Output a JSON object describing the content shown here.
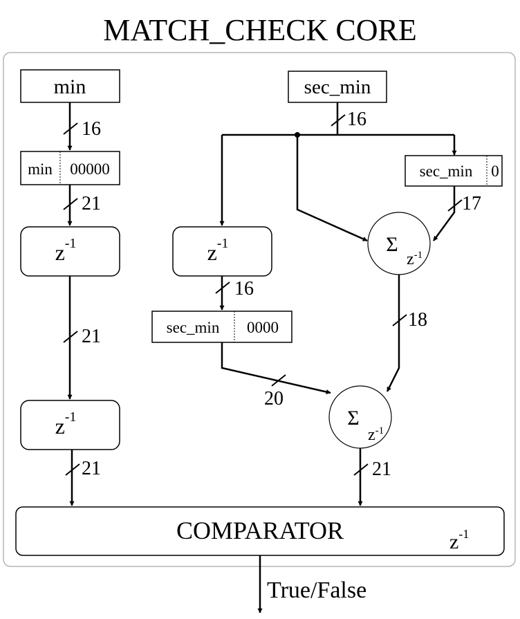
{
  "title": "MATCH_CHECK CORE",
  "blocks": {
    "min": "min",
    "sec_min": "sec_min",
    "min_pad": {
      "left": "min",
      "right": "00000"
    },
    "sec_min_pad1": {
      "left": "sec_min",
      "right": "0"
    },
    "sec_min_pad4": {
      "left": "sec_min",
      "right": "0000"
    },
    "delay": {
      "base": "z",
      "exp": "-1"
    },
    "sum": {
      "sigma": "Σ",
      "base": "z",
      "exp": "-1"
    },
    "comparator": "COMPARATOR"
  },
  "widths": {
    "min_out": "16",
    "pad_out": "21",
    "delay1_out": "21",
    "delay2_out": "21",
    "sec_min_out": "16",
    "pad1_out": "17",
    "delay_sec_out": "16",
    "sum1_out": "18",
    "pad4_out": "20",
    "sum2_out": "21"
  },
  "output_label": "True/False"
}
